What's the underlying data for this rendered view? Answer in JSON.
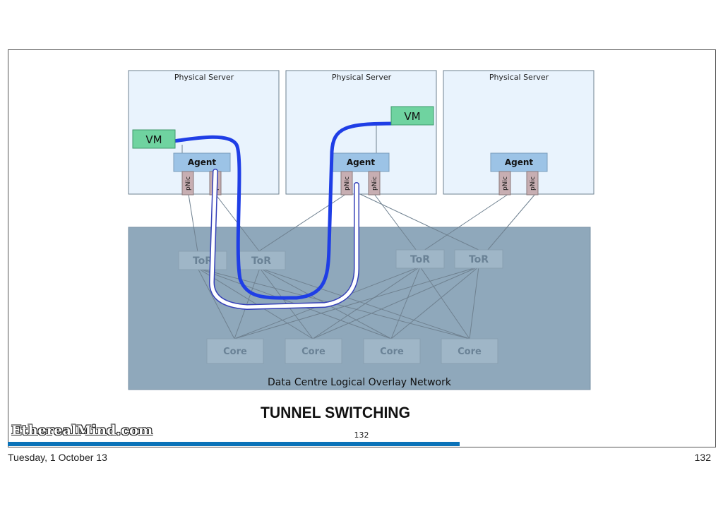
{
  "servers": [
    {
      "title": "Physical Server",
      "agent": "Agent",
      "nic1": "pNic",
      "nic2": "pNic"
    },
    {
      "title": "Physical Server",
      "agent": "Agent",
      "nic1": "pNic",
      "nic2": "pNic"
    },
    {
      "title": "Physical Server",
      "agent": "Agent",
      "nic1": "pNic",
      "nic2": "pNic"
    }
  ],
  "vms": [
    "VM",
    "VM"
  ],
  "tor_switches": [
    "ToR",
    "ToR",
    "ToR",
    "ToR"
  ],
  "core_switches": [
    "Core",
    "Core",
    "Core",
    "Core"
  ],
  "overlay_label": "Data Centre Logical Overlay Network",
  "slide_title": "TUNNEL SWITCHING",
  "slide_number": "132",
  "logo_text": "EtherealMind.com",
  "footer": {
    "date": "Tuesday, 1 October 13",
    "page": "132"
  },
  "colors": {
    "accent_bar": "#0a72b8",
    "tunnel_blue": "#1f3ee6",
    "vm_green": "#6fd3a0",
    "overlay": "#8fa8bb"
  }
}
